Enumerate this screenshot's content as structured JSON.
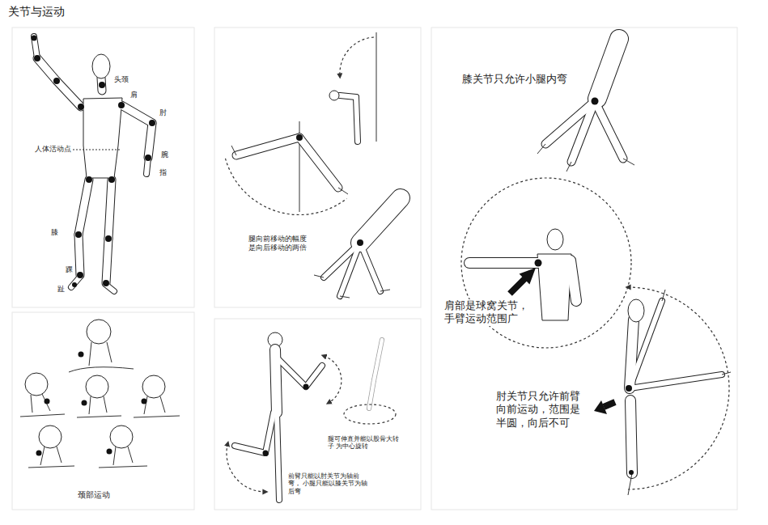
{
  "diagram": {
    "title": "关节与运动",
    "labels": [
      "头颈",
      "肩",
      "肘",
      "腕",
      "指",
      "人体活动点",
      "膝",
      "踝",
      "趾",
      "颈部运动",
      "腿向前移动的幅度 是向后移动的两倍",
      "腿可伸直并能以股骨大转子 为中心旋转",
      "前臂只能以肘关节为轴前弯， 小腿只能以膝关节为轴后弯",
      "膝关节只允许小腿内弯",
      "肩部是球窝关节， 手臂运动范围广",
      "肘关节只允许前臂 向前运动，范围是 半圆，向后不可"
    ]
  }
}
